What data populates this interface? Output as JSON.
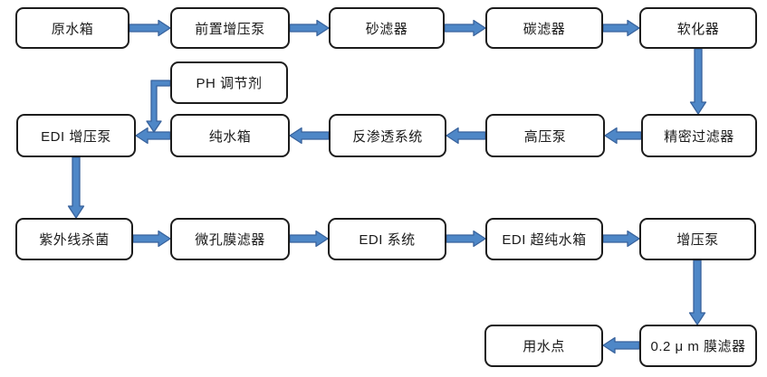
{
  "diagram": {
    "type": "flowchart",
    "description": "EDI ultrapure water treatment process flow",
    "colors": {
      "arrow_fill": "#4e87c7",
      "arrow_stroke": "#38629c",
      "box_border": "#1c1c1c",
      "box_fill": "#ffffff",
      "text": "#1a1a1a",
      "background": "#ffffff"
    },
    "nodes": [
      {
        "id": "raw-water-tank",
        "label": "原水箱"
      },
      {
        "id": "pre-booster-pump",
        "label": "前置增压泵"
      },
      {
        "id": "sand-filter",
        "label": "砂滤器"
      },
      {
        "id": "carbon-filter",
        "label": "碳滤器"
      },
      {
        "id": "softener",
        "label": "软化器"
      },
      {
        "id": "ph-regulator",
        "label": "PH 调节剂"
      },
      {
        "id": "edi-booster-pump",
        "label": "EDI 增压泵"
      },
      {
        "id": "pure-water-tank",
        "label": "纯水箱"
      },
      {
        "id": "ro-system",
        "label": "反渗透系统"
      },
      {
        "id": "high-pressure-pump",
        "label": "高压泵"
      },
      {
        "id": "precision-filter",
        "label": "精密过滤器"
      },
      {
        "id": "uv-sterilizer",
        "label": "紫外线杀菌"
      },
      {
        "id": "micro-membrane-filter",
        "label": "微孔膜滤器"
      },
      {
        "id": "edi-system",
        "label": "EDI 系统"
      },
      {
        "id": "edi-ultrapure-tank",
        "label": "EDI 超纯水箱"
      },
      {
        "id": "booster-pump",
        "label": "增压泵"
      },
      {
        "id": "point-of-use",
        "label": "用水点"
      },
      {
        "id": "membrane-filter-0-2um",
        "label": "0.2 μ m 膜滤器"
      }
    ],
    "edges": [
      {
        "from": "raw-water-tank",
        "to": "pre-booster-pump",
        "direction": "right"
      },
      {
        "from": "pre-booster-pump",
        "to": "sand-filter",
        "direction": "right"
      },
      {
        "from": "sand-filter",
        "to": "carbon-filter",
        "direction": "right"
      },
      {
        "from": "carbon-filter",
        "to": "softener",
        "direction": "right"
      },
      {
        "from": "softener",
        "to": "precision-filter",
        "direction": "down"
      },
      {
        "from": "precision-filter",
        "to": "high-pressure-pump",
        "direction": "left"
      },
      {
        "from": "high-pressure-pump",
        "to": "ro-system",
        "direction": "left"
      },
      {
        "from": "ro-system",
        "to": "pure-water-tank",
        "direction": "left"
      },
      {
        "from": "pure-water-tank",
        "to": "edi-booster-pump",
        "direction": "left"
      },
      {
        "from": "ph-regulator",
        "to": "pure-water-tank-to-edi-booster-pump-line",
        "direction": "elbow-down"
      },
      {
        "from": "edi-booster-pump",
        "to": "uv-sterilizer",
        "direction": "down"
      },
      {
        "from": "uv-sterilizer",
        "to": "micro-membrane-filter",
        "direction": "right"
      },
      {
        "from": "micro-membrane-filter",
        "to": "edi-system",
        "direction": "right"
      },
      {
        "from": "edi-system",
        "to": "edi-ultrapure-tank",
        "direction": "right"
      },
      {
        "from": "edi-ultrapure-tank",
        "to": "booster-pump",
        "direction": "right"
      },
      {
        "from": "booster-pump",
        "to": "membrane-filter-0-2um",
        "direction": "down"
      },
      {
        "from": "membrane-filter-0-2um",
        "to": "point-of-use",
        "direction": "left"
      }
    ]
  }
}
